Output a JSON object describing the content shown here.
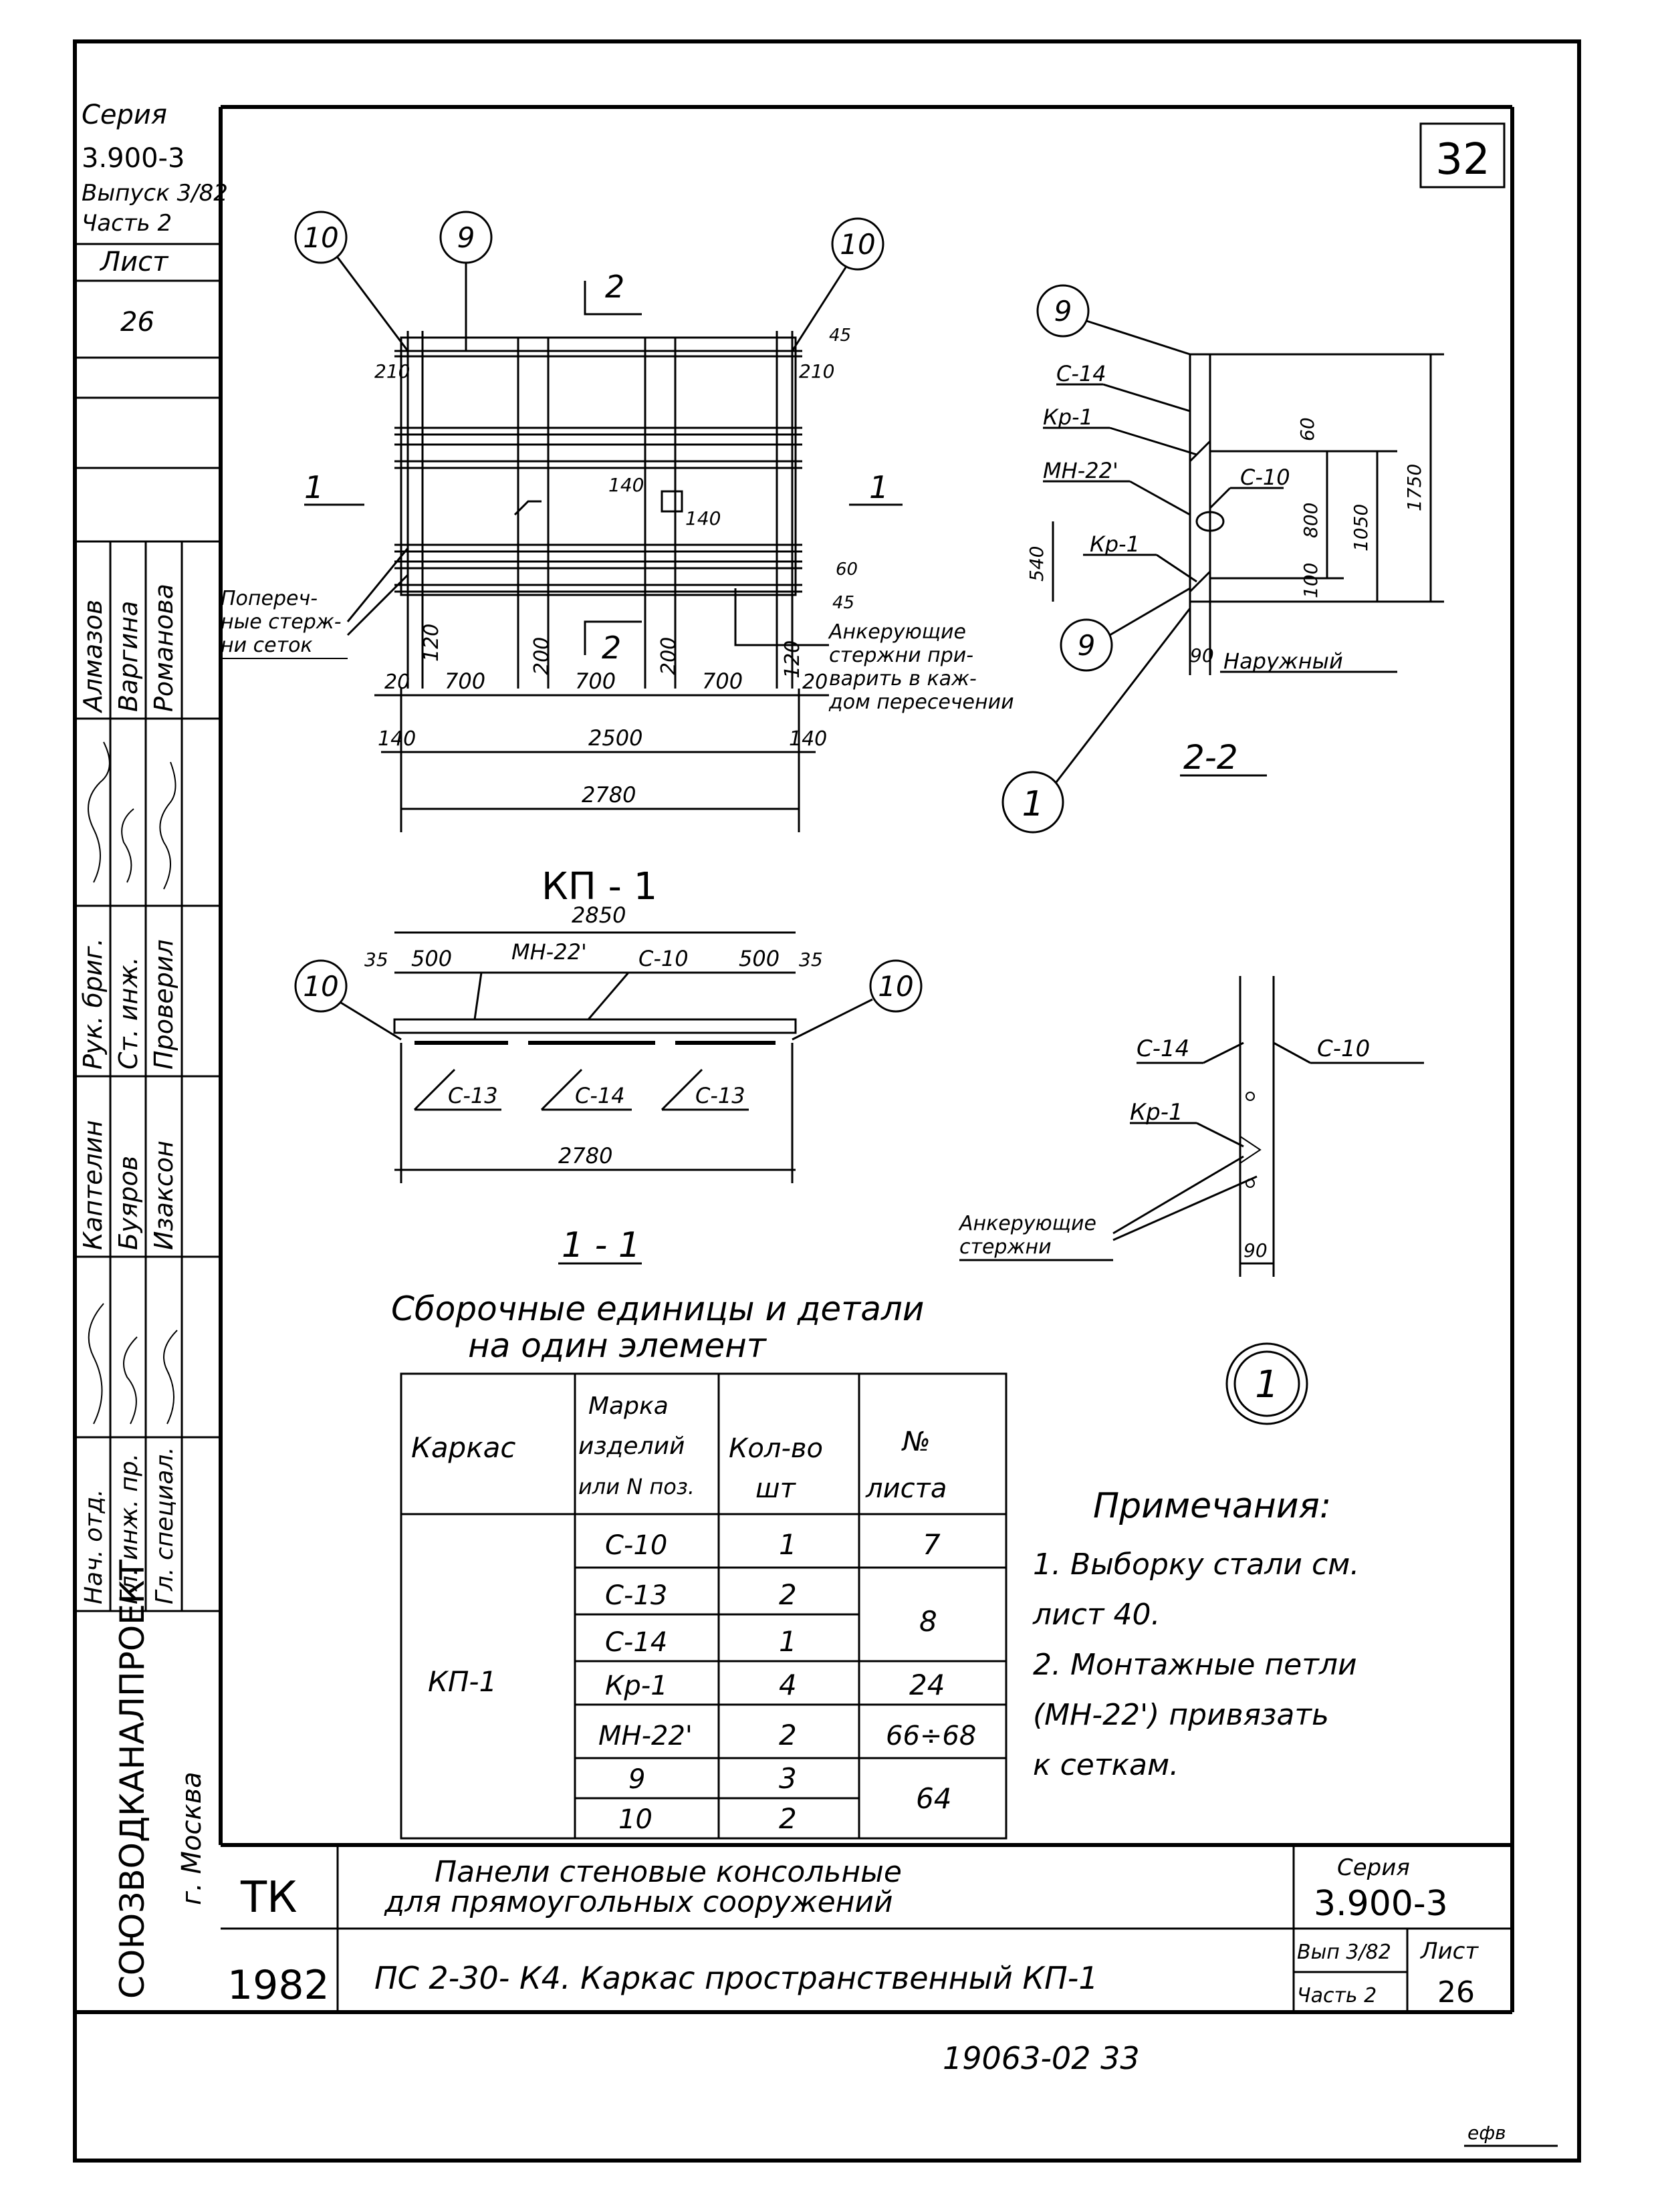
{
  "sheet_number": "32",
  "side_stamp": {
    "series_label": "Серия",
    "series_value": "3.900-3",
    "issue": "Выпуск 3/82",
    "part": "Часть 2",
    "sheet_label": "Лист",
    "sheet_value": "26",
    "roles": [
      {
        "role": "Нач. отд.",
        "name": "Алмазов"
      },
      {
        "role": "Гл. инж. пр.",
        "name": "Варгина"
      },
      {
        "role": "Гл. специал.",
        "name": "Романова"
      },
      {
        "role": "Рук. бриг.",
        "name": "Каптелин"
      },
      {
        "role": "Ст. инж.",
        "name": "Буяров"
      },
      {
        "role": "Проверил",
        "name": "Изаксон"
      }
    ],
    "organization": "СОЮЗВОДКАНАЛПРОЕКТ",
    "city": "г. Москва"
  },
  "drawing_top": {
    "callouts": [
      "10",
      "9",
      "10"
    ],
    "section_marks": {
      "s1": "1",
      "s2": "2"
    },
    "dims_left": [
      "210",
      "140",
      "140"
    ],
    "dims_right": [
      "210",
      "45",
      "60",
      "45"
    ],
    "dims_bottom_row": [
      "20",
      "120",
      "700",
      "200",
      "700",
      "200",
      "700",
      "120",
      "20"
    ],
    "dim_2500": "2500",
    "dim_140a": "140",
    "dim_140b": "140",
    "dim_2780": "2780",
    "label_cross_bars": "Попереч-\nные стерж-\nни сеток",
    "label_anchor": "Анкерующие\nстержни при-\nварить в каж-\nдом пересечении",
    "title": "КП - 1"
  },
  "drawing_section": {
    "callouts": [
      "9",
      "9",
      "1"
    ],
    "labels": [
      "С-14",
      "Кр-1",
      "МН-22'",
      "Кр-1",
      "С-10"
    ],
    "dims": [
      "60",
      "800",
      "100",
      "1050",
      "1750",
      "540",
      "90"
    ],
    "outer_label": "Наружный",
    "title": "2-2"
  },
  "drawing_plan": {
    "dim_2850": "2850",
    "dims_top": [
      "35",
      "500",
      "500",
      "35"
    ],
    "labels_top": [
      "МН-22'",
      "С-10"
    ],
    "callouts": [
      "10",
      "10"
    ],
    "labels_bottom": [
      "С-13",
      "С-14",
      "С-13"
    ],
    "dim_2780": "2780",
    "title": "1 - 1"
  },
  "detail": {
    "labels": [
      "С-14",
      "С-10",
      "Кр-1"
    ],
    "anchor": "Анкерующие\nстержни",
    "dim": "90",
    "node": "1"
  },
  "table": {
    "title_line1": "Сборочные  единицы и детали",
    "title_line2": "на  один  элемент",
    "headers": [
      "Каркас",
      "Марка\nизделий\nили N поз.",
      "Кол-во\nшт",
      "№\nлиста"
    ],
    "frame": "КП-1",
    "rows": [
      {
        "mark": "С-10",
        "qty": "1",
        "sheet": "7"
      },
      {
        "mark": "С-13",
        "qty": "2",
        "sheet": "8"
      },
      {
        "mark": "С-14",
        "qty": "1",
        "sheet": ""
      },
      {
        "mark": "Кр-1",
        "qty": "4",
        "sheet": "24"
      },
      {
        "mark": "МН-22'",
        "qty": "2",
        "sheet": "66÷68"
      },
      {
        "mark": "9",
        "qty": "3",
        "sheet": "64"
      },
      {
        "mark": "10",
        "qty": "2",
        "sheet": ""
      }
    ]
  },
  "notes": {
    "title": "Примечания:",
    "items": [
      "1. Выборку стали см.",
      "   лист 40.",
      "2. Монтажные петли",
      "   (МН-22') привязать",
      "   к сеткам."
    ]
  },
  "title_block": {
    "tk": "ТК",
    "year": "1982",
    "name_line1": "Панели  стеновые   консольные",
    "name_line2": "для  прямоугольных    сооружений",
    "name_line3": "ПС 2-30- К4. Каркас  пространственный       КП-1",
    "series_label": "Серия",
    "series_value": "3.900-3",
    "issue": "Вып 3/82",
    "part": "Часть 2",
    "sheet_label": "Лист",
    "sheet_value": "26"
  },
  "doc_number": "19063-02   33",
  "corner_mark": "ефв"
}
